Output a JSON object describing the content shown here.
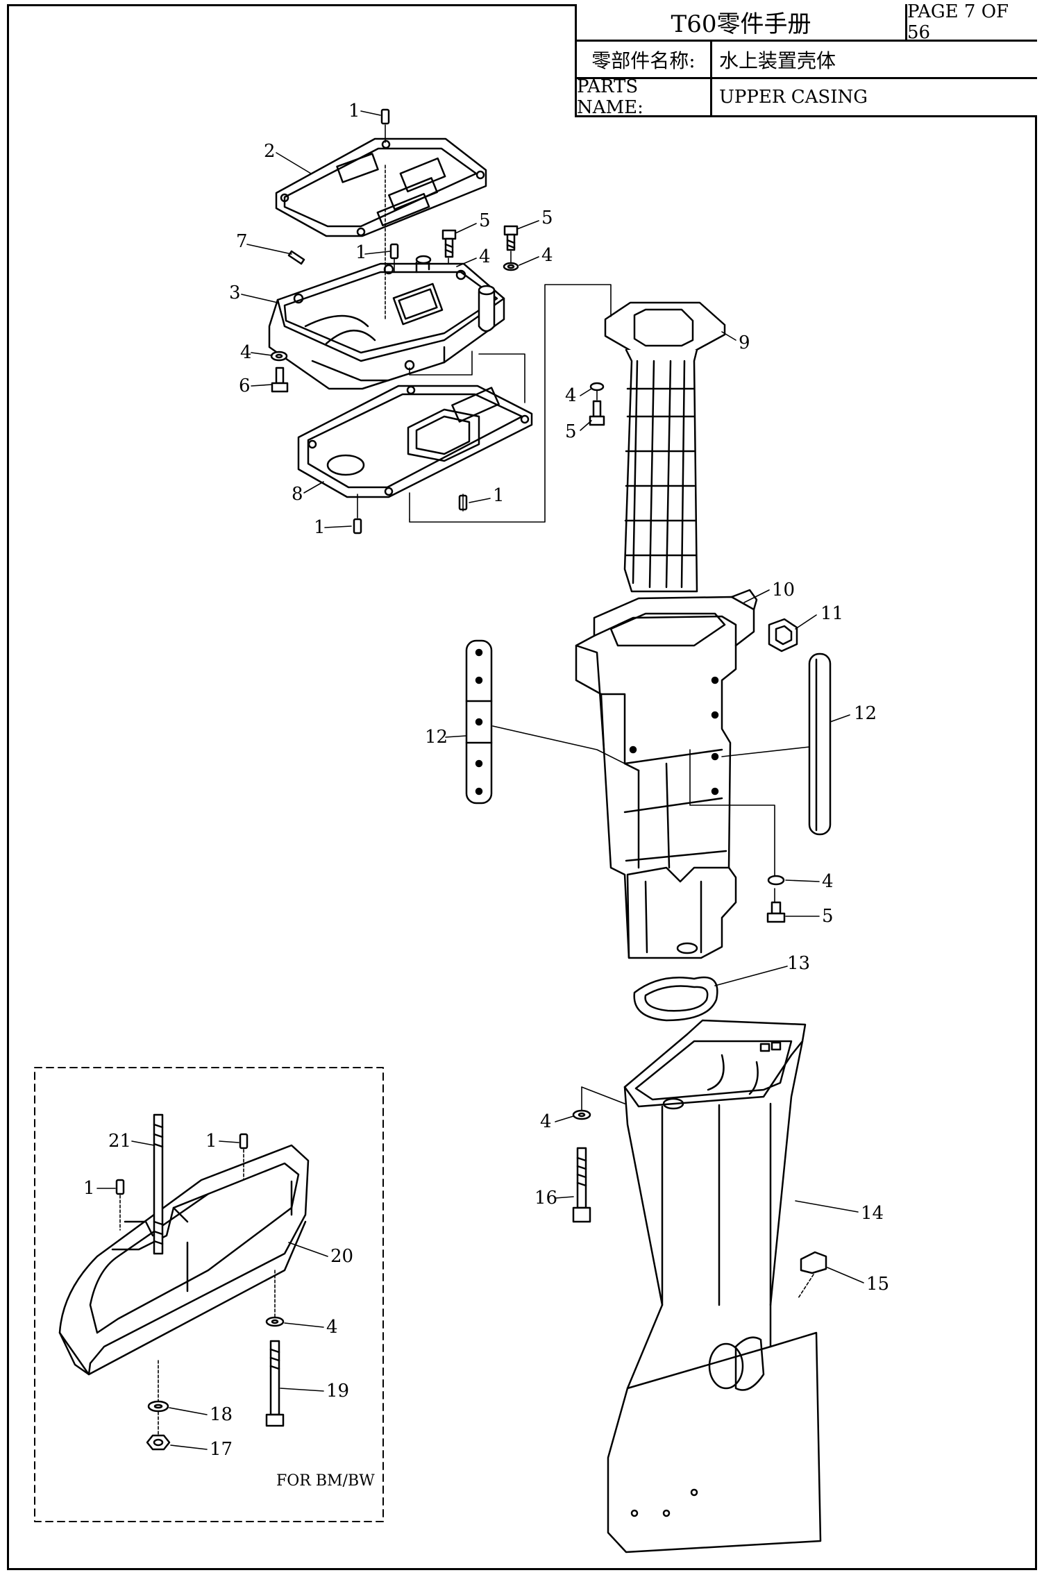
{
  "title_block": {
    "manual_title": "T60零件手册",
    "page": "PAGE 7 OF 56",
    "cn_label": "零部件名称:",
    "cn_value": "水上装置壳体",
    "en_label": "PARTS NAME:",
    "en_value": "UPPER CASING"
  },
  "callouts": {
    "c1a": "1",
    "c2": "2",
    "c5a": "5",
    "c5b": "5",
    "c7": "7",
    "c1b": "1",
    "c4a": "4",
    "c4b": "4",
    "c3": "3",
    "c9": "9",
    "c4c": "4",
    "c6": "6",
    "c4d": "4",
    "c5c": "5",
    "c8": "8",
    "c1c": "1",
    "c1d": "1",
    "c10": "10",
    "c11": "11",
    "c12a": "12",
    "c12b": "12",
    "c4e": "4",
    "c5d": "5",
    "c13": "13",
    "c4f": "4",
    "c16": "16",
    "c14": "14",
    "c15": "15",
    "c21": "21",
    "c1e": "1",
    "c1f": "1",
    "c20": "20",
    "c4g": "4",
    "c19": "19",
    "c18": "18",
    "c17": "17"
  },
  "variant_note": "FOR BM/BW"
}
